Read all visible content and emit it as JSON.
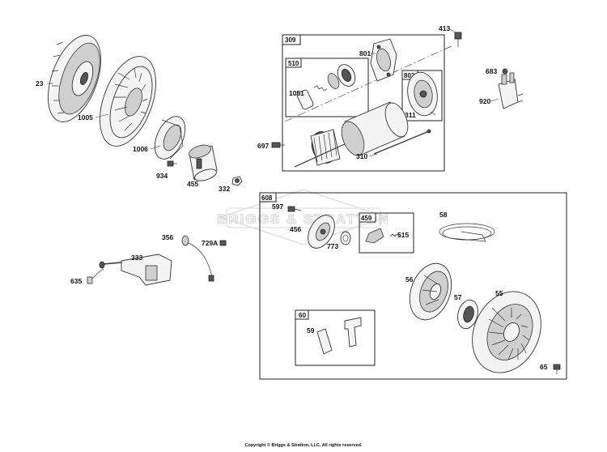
{
  "watermark": "BRIGGS & STRATTON",
  "copyright": "Copyright © Briggs & Stratton, LLC. All rights reserved.",
  "boxes": {
    "b309": "309",
    "b510": "510",
    "b802": "802",
    "b608": "608",
    "b459": "459",
    "b60": "60"
  },
  "parts": {
    "p23": "23",
    "p1005": "1005",
    "p1006": "1006",
    "p934": "934",
    "p455": "455",
    "p332": "332",
    "p413": "413",
    "p801": "801",
    "p1051": "1051",
    "p311": "311",
    "p683": "683",
    "p920": "920",
    "p697": "697",
    "p310": "310",
    "p597": "597",
    "p456": "456",
    "p515": "515",
    "p58": "58",
    "p773": "773",
    "p356": "356",
    "p729A": "729A",
    "p333": "333",
    "p635": "635",
    "p56": "56",
    "p57": "57",
    "p55": "55",
    "p59": "59",
    "p65": "65"
  }
}
